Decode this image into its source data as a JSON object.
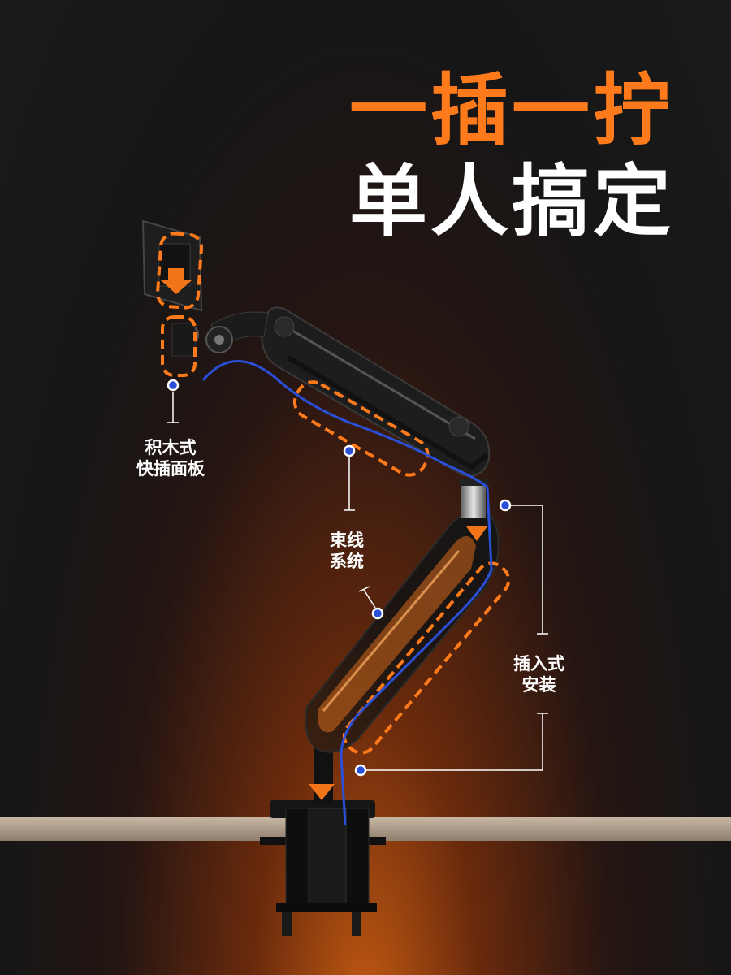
{
  "headline": {
    "line1": "一插一拧",
    "line2": "单人搞定"
  },
  "callouts": [
    {
      "line1": "积木式",
      "line2": "快插面板"
    },
    {
      "line1": "束线",
      "line2": "系统"
    },
    {
      "line1": "插入式",
      "line2": "安装"
    }
  ],
  "colors": {
    "accent_orange": "#ff7a1a",
    "cable_blue": "#2a4fd8",
    "background": "#1a1a1a"
  }
}
